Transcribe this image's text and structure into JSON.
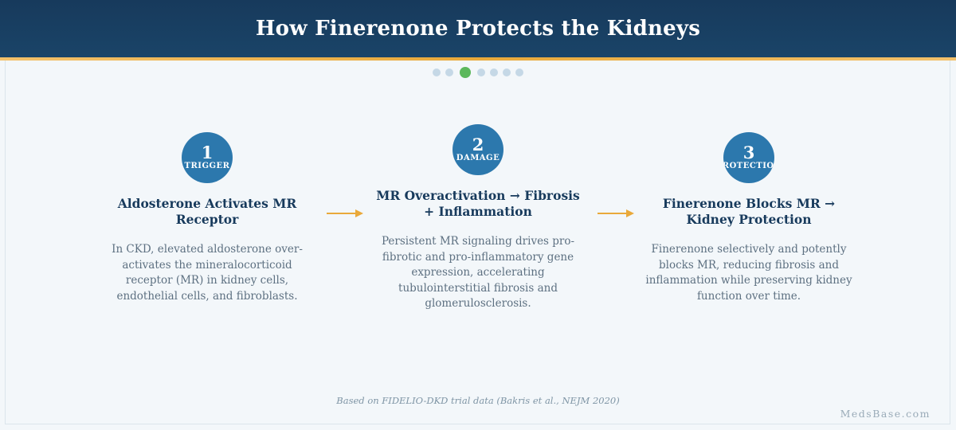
{
  "header": {
    "title": "How Finerenone Protects the Kidneys"
  },
  "pager": {
    "count": 7,
    "active_index": 2
  },
  "steps": [
    {
      "number": "1",
      "tag": "TRIGGER",
      "title": "Aldosterone Activates MR Receptor",
      "description": "In CKD, elevated aldosterone over-activates the mineralocorticoid receptor (MR) in kidney cells, endothelial cells, and fibroblasts."
    },
    {
      "number": "2",
      "tag": "DAMAGE",
      "title": "MR Overactivation → Fibrosis + Inflammation",
      "description": "Persistent MR signaling drives pro-fibrotic and pro-inflammatory gene expression, accelerating tubulointerstitial fibrosis and glomerulosclerosis."
    },
    {
      "number": "3",
      "tag": "PROTECTION",
      "title": "Finerenone Blocks MR → Kidney Protection",
      "description": "Finerenone selectively and potently blocks MR, reducing fibrosis and inflammation while preserving kidney function over time."
    }
  ],
  "footnote": "Based on FIDELIO-DKD trial data (Bakris et al., NEJM 2020)",
  "brand": "MedsBase.com",
  "colors": {
    "header": "#173a5c",
    "accent": "#e9a93a",
    "circle": "#2c78ad",
    "active_dot": "#5cb85c",
    "arrow": "#e9a93a"
  }
}
